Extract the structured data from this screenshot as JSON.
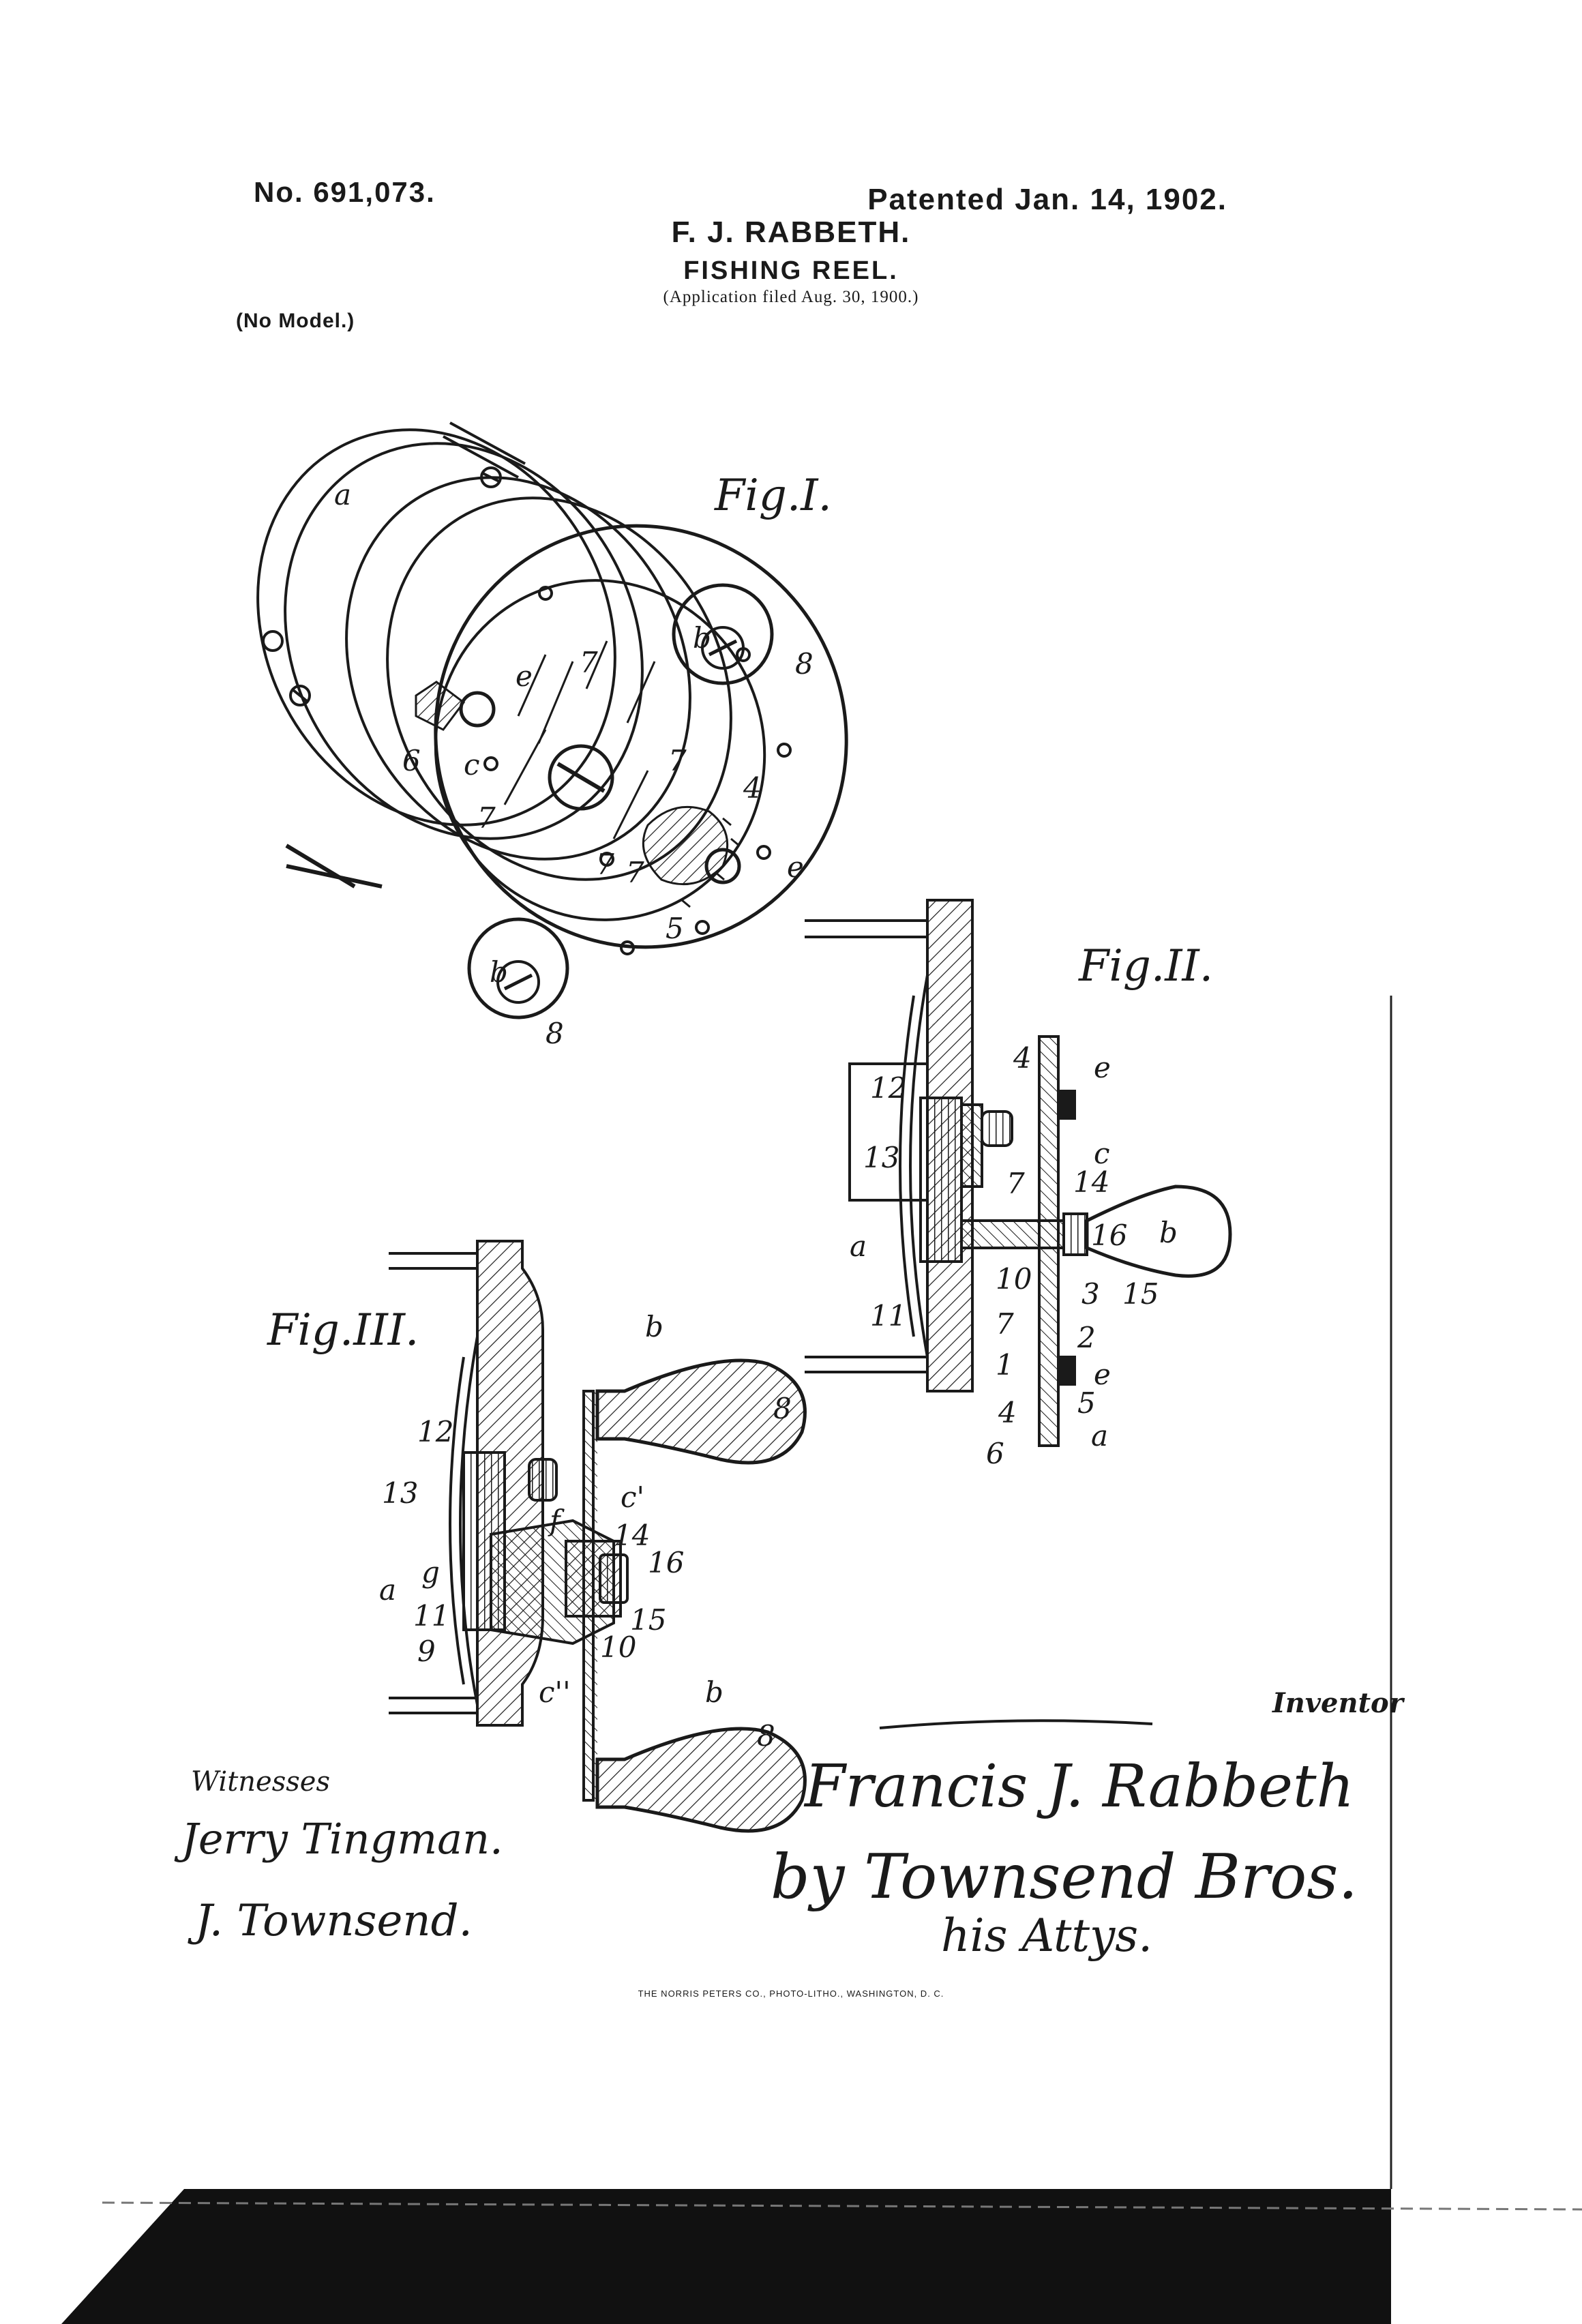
{
  "header": {
    "patent_number": "No. 691,073.",
    "patent_date": "Patented Jan. 14, 1902.",
    "inventor": "F. J. RABBETH.",
    "title": "FISHING REEL.",
    "application": "(Application filed Aug. 30, 1900.)",
    "model": "(No Model.)"
  },
  "figures": {
    "fig1": "Fig.I.",
    "fig2": "Fig.II.",
    "fig3": "Fig.III."
  },
  "reference_numerals": {
    "fig1": [
      "a",
      "b",
      "8",
      "e",
      "7",
      "6",
      "c",
      "7",
      "7",
      "4",
      "7",
      "e",
      "7",
      "5",
      "b",
      "8"
    ],
    "fig2": [
      "4",
      "e",
      "12",
      "c",
      "13",
      "7",
      "14",
      "a",
      "16",
      "b",
      "10",
      "3",
      "15",
      "11",
      "7",
      "2",
      "1",
      "e",
      "4",
      "5",
      "6",
      "a"
    ],
    "fig3": [
      "b",
      "8",
      "12",
      "13",
      "c'",
      "f",
      "14",
      "a",
      "g",
      "16",
      "11",
      "15",
      "9",
      "10",
      "c''",
      "b",
      "8"
    ]
  },
  "signatures": {
    "witnesses_label": "Witnesses",
    "witness_1": "Jerry Tingman.",
    "witness_2": "J. Townsend.",
    "inventor_label": "Inventor",
    "inventor_signature": "Francis J. Rabbeth",
    "attorney_signature": "by Townsend Bros.",
    "attorney_note": "his Attys."
  },
  "footer": {
    "lithographer": "THE NORRIS PETERS CO., PHOTO-LITHO., WASHINGTON, D. C."
  },
  "colors": {
    "ink": "#1a1a1a",
    "paper": "#ffffff",
    "scan_edge": "#111111"
  }
}
